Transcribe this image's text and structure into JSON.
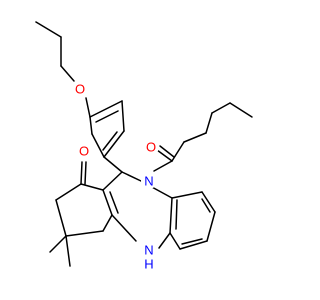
{
  "colors": {
    "oxygen": "#ff0000",
    "nitrogen": "#0000ff",
    "carbon": "#000000"
  },
  "atoms": {
    "ether_oxygen": "O",
    "acyl_oxygen": "O",
    "ketone_oxygen": "O",
    "amide_nitrogen": "N",
    "amine_nitrogen": "N",
    "amine_hydrogen": "H"
  }
}
